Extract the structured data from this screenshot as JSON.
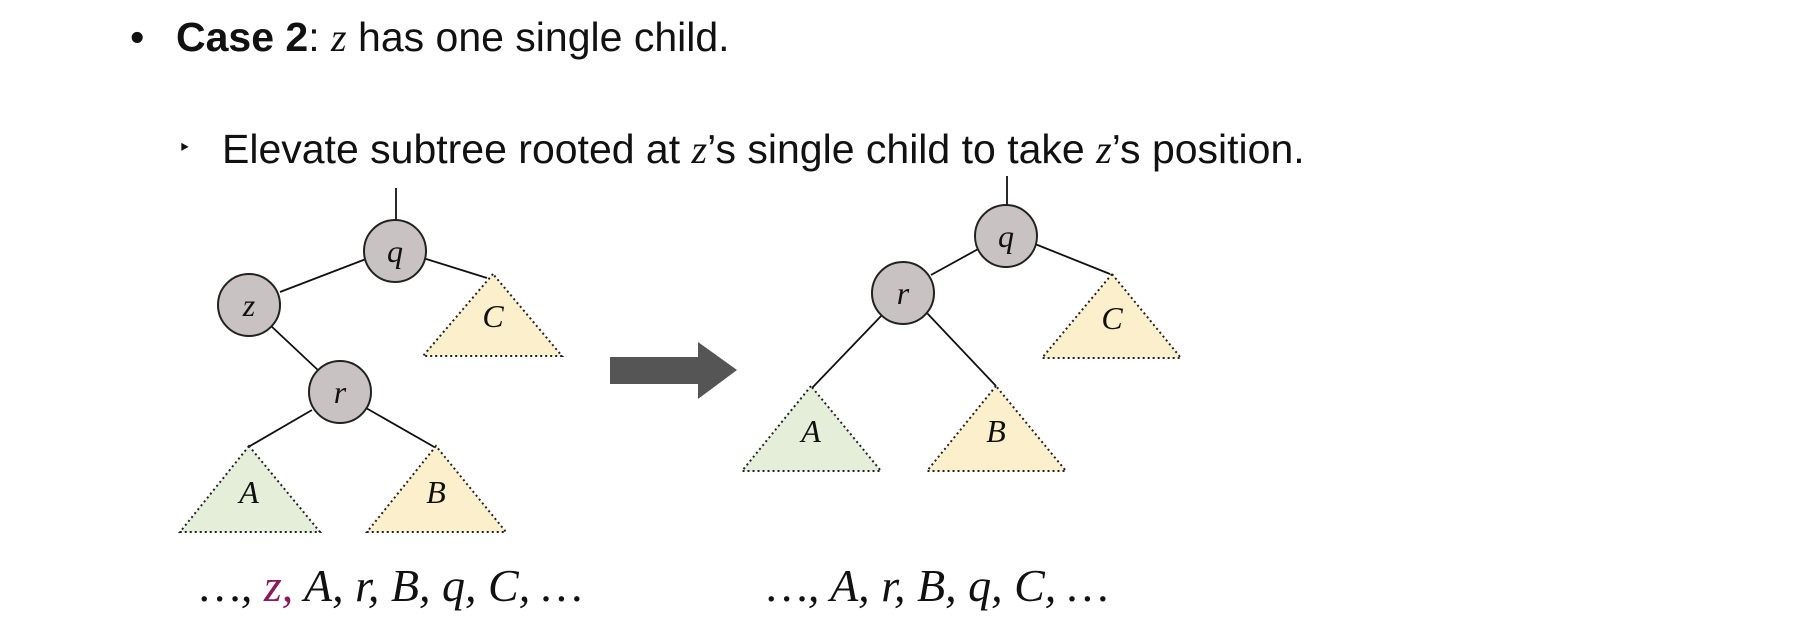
{
  "bullet1": {
    "marker": "•",
    "bold": "Case 2",
    "colon": ":",
    "var": "z",
    "rest": "has one single child."
  },
  "bullet2": {
    "marker": "‣",
    "t1": "Elevate subtree rooted at",
    "var1": "z",
    "t2": "’s single child to take",
    "var2": "z",
    "t3": "’s position."
  },
  "before": {
    "nodes": {
      "q": "q",
      "z": "z",
      "r": "r"
    },
    "subtrees": {
      "A": "A",
      "B": "B",
      "C": "C"
    },
    "sequence": [
      "…,",
      "z,",
      "A,",
      "r,",
      "B,",
      "q,",
      "C,",
      "…"
    ],
    "highlighted": "z"
  },
  "after": {
    "nodes": {
      "q": "q",
      "r": "r"
    },
    "subtrees": {
      "A": "A",
      "B": "B",
      "C": "C"
    },
    "sequence": [
      "…,",
      "A,",
      "r,",
      "B,",
      "q,",
      "C,",
      "…"
    ]
  },
  "colors": {
    "node_fill": "#c8c2c2",
    "subtree_green": "#e4eed8",
    "subtree_yellow": "#fcf0cc",
    "arrow": "#555555",
    "highlight": "#8a1a5c"
  }
}
